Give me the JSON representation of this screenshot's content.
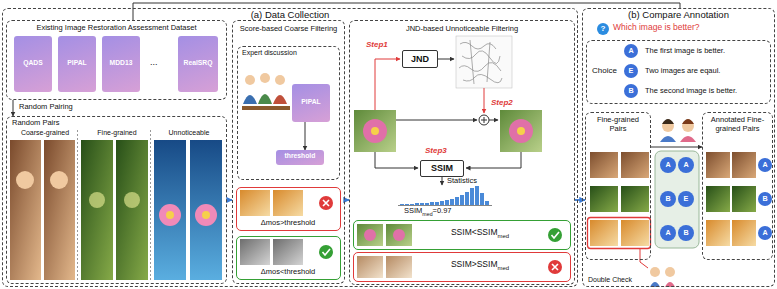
{
  "diagram": {
    "nodes": [
      {
        "text": [
          "(a) Data Collection"
        ]
      },
      {
        "text": [
          "Existing Image Restoration Assessment Dataset"
        ],
        "in": 0
      },
      {
        "text": [
          "QADS"
        ],
        "in": 1
      },
      {
        "text": [
          "PIPAL"
        ],
        "in": 1
      },
      {
        "text": [
          "MDD13"
        ],
        "in": 1
      },
      {
        "text": [
          "RealSRQ"
        ],
        "in": 1
      },
      {
        "text": [
          "Random Pairs",
          "Coarse-grained",
          "Fine-grained",
          "Unnoticeable"
        ],
        "in": 0
      },
      {
        "text": [
          "Score-based Coarse Filtering"
        ],
        "in": 0
      },
      {
        "text": [
          "Expert discussion"
        ],
        "in": 7
      },
      {
        "text": [
          "PIPAL"
        ],
        "in": 8
      },
      {
        "text": [
          "threshold"
        ],
        "in": 8
      },
      {
        "text": [
          "Δmos>threshold"
        ],
        "in": 7
      },
      {
        "text": [
          "Δmos<threshold"
        ],
        "in": 7
      },
      {
        "text": [
          "JND-based Unnoticeable Filtering"
        ],
        "in": 0
      },
      {
        "text": [
          "JND"
        ],
        "in": 13
      },
      {
        "text": [
          "SSIM"
        ],
        "in": 13
      },
      {
        "text": [
          "SSIM<SSIM",
          "med"
        ],
        "in": 13
      },
      {
        "text": [
          "SSIM>SSIM",
          "med"
        ],
        "in": 13
      },
      {
        "text": [
          "(b) Compare Annotation"
        ]
      },
      {
        "text": [
          "?"
        ],
        "in": 18
      },
      {
        "text": [
          "Choice",
          "The first image is better.",
          "Two images are eqaul.",
          "The second image is better."
        ],
        "in": 18
      },
      {
        "text": [
          "A"
        ],
        "in": 20
      },
      {
        "text": [
          "E"
        ],
        "in": 20
      },
      {
        "text": [
          "B"
        ],
        "in": 20
      },
      {
        "text": [
          "Fine-grained Pairs"
        ],
        "in": 18
      },
      {
        "text": [
          "A"
        ],
        "in": 18
      },
      {
        "text": [
          "A"
        ],
        "in": 18
      },
      {
        "text": [
          "B"
        ],
        "in": 18
      },
      {
        "text": [
          "E"
        ],
        "in": 18
      },
      {
        "text": [
          "A"
        ],
        "in": 18
      },
      {
        "text": [
          "B"
        ],
        "in": 18
      },
      {
        "text": [
          "Annotated Fine-grained Pairs"
        ],
        "in": 18
      },
      {
        "text": [
          "A"
        ],
        "in": 31
      },
      {
        "text": [
          "B"
        ],
        "in": 31
      },
      {
        "text": [
          "A"
        ],
        "in": 31
      }
    ],
    "edges": [
      {
        "from": 1,
        "to": 6,
        "label": "Random Pairing",
        "arrow": "to"
      },
      {
        "from": 6,
        "to": 7,
        "arrow": "to"
      },
      {
        "from": 7,
        "to": 13,
        "arrow": "to"
      },
      {
        "from": 9,
        "to": 10,
        "arrow": "to"
      },
      {
        "from": 13,
        "to": 24,
        "arrow": "to"
      },
      {
        "from": 24,
        "to": 31,
        "arrow": "to"
      },
      {
        "from": 1,
        "to": 18,
        "arrow": "none"
      }
    ],
    "labels": [
      "...",
      "Step1",
      "Step2",
      "Step3",
      "Statistics",
      "SSIM",
      "med",
      "=0.97",
      "Which image is better?",
      "Double Check"
    ]
  }
}
